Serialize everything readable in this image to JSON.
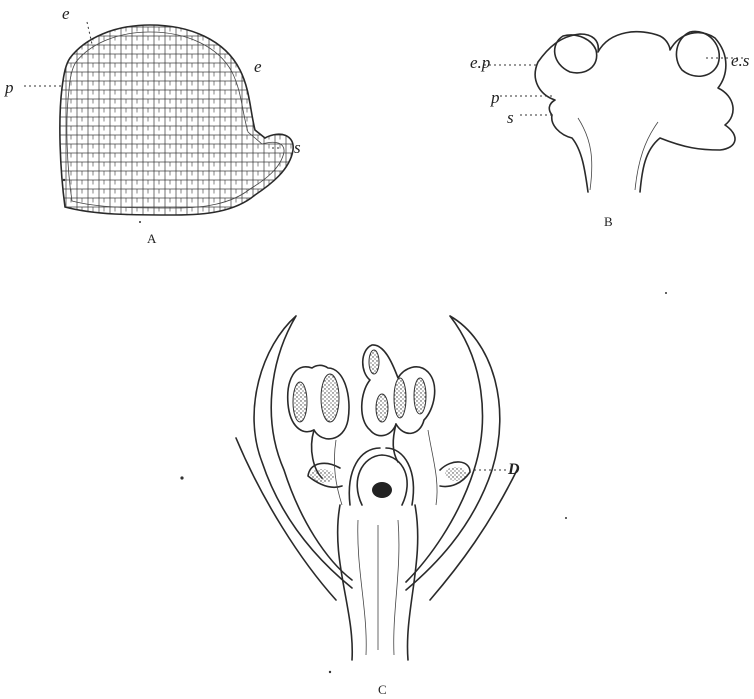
{
  "figure_a": {
    "panel_label": "A",
    "labels": {
      "e_top": "e",
      "e_right": "e",
      "p": "p",
      "s": "s"
    }
  },
  "figure_b": {
    "panel_label": "B",
    "labels": {
      "ep": "e.p",
      "es": "e.s",
      "p": "p",
      "s": "s"
    }
  },
  "figure_c": {
    "panel_label": "C",
    "labels": {
      "d": "D"
    }
  }
}
